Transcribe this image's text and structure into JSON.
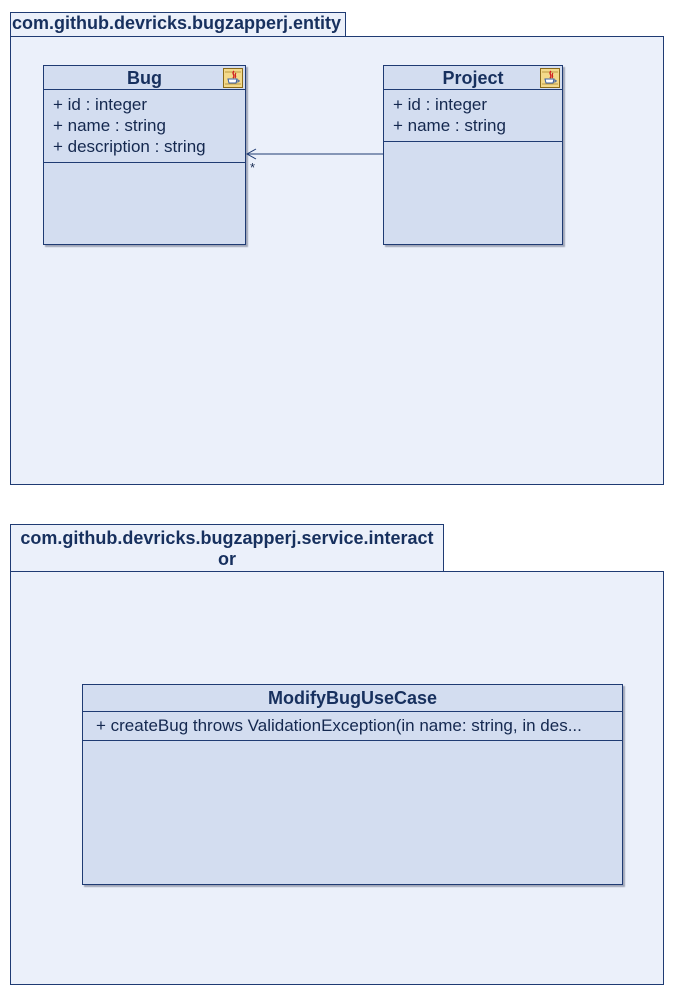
{
  "packages": [
    {
      "name": "com.github.devricks.bugzapperj.entity"
    },
    {
      "name_line1": "com.github.devricks.bugzapperj.service.interact",
      "name_line2": "or"
    }
  ],
  "classes": {
    "bug": {
      "name": "Bug",
      "icon": "java-coffee-icon",
      "attributes": [
        "+ id : integer",
        "+ name : string",
        "+ description : string"
      ]
    },
    "project": {
      "name": "Project",
      "icon": "java-coffee-icon",
      "attributes": [
        "+ id : integer",
        "+ name : string"
      ]
    },
    "modify_bug_use_case": {
      "name": "ModifyBugUseCase",
      "operations": [
        "+ createBug throws ValidationException(in name: string, in des..."
      ]
    }
  },
  "association": {
    "from": "Project",
    "to": "Bug",
    "target_multiplicity": "*"
  },
  "colors": {
    "package_fill": "#ebf0fa",
    "class_fill": "#d3ddf0",
    "border": "#1f3b73",
    "text": "#17305e"
  }
}
